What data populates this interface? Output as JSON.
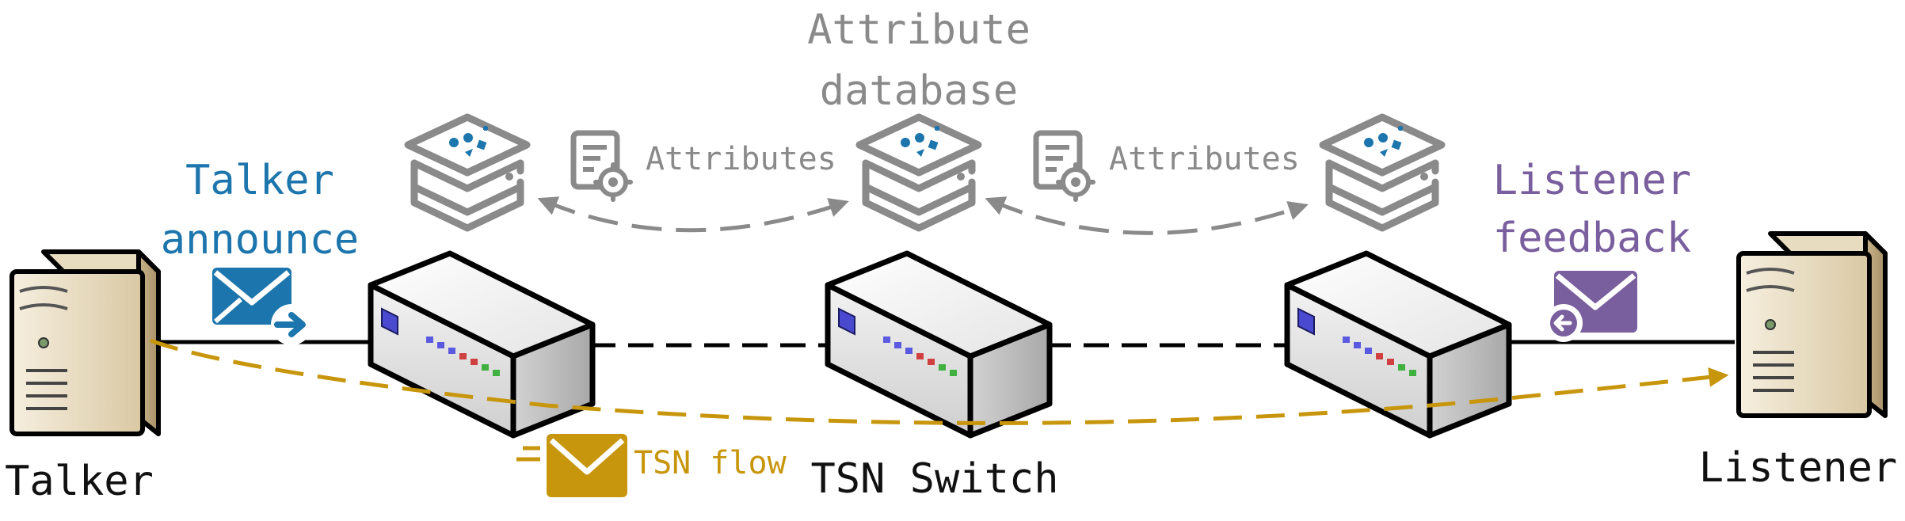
{
  "nodes": {
    "talker": "Talker",
    "tsn_switch": "TSN Switch",
    "listener": "Listener"
  },
  "labels": {
    "attribute_database_line1": "Attribute",
    "attribute_database_line2": "database",
    "attributes_left": "Attributes",
    "attributes_right": "Attributes",
    "talker_announce_line1": "Talker",
    "talker_announce_line2": "announce",
    "listener_feedback_line1": "Listener",
    "listener_feedback_line2": "feedback",
    "tsn_flow": "TSN flow"
  },
  "colors": {
    "talker_blue": "#1c75ac",
    "listener_purple": "#7a5f9e",
    "flow_gold": "#c8960c",
    "attribute_gray": "#8a8a8a"
  }
}
